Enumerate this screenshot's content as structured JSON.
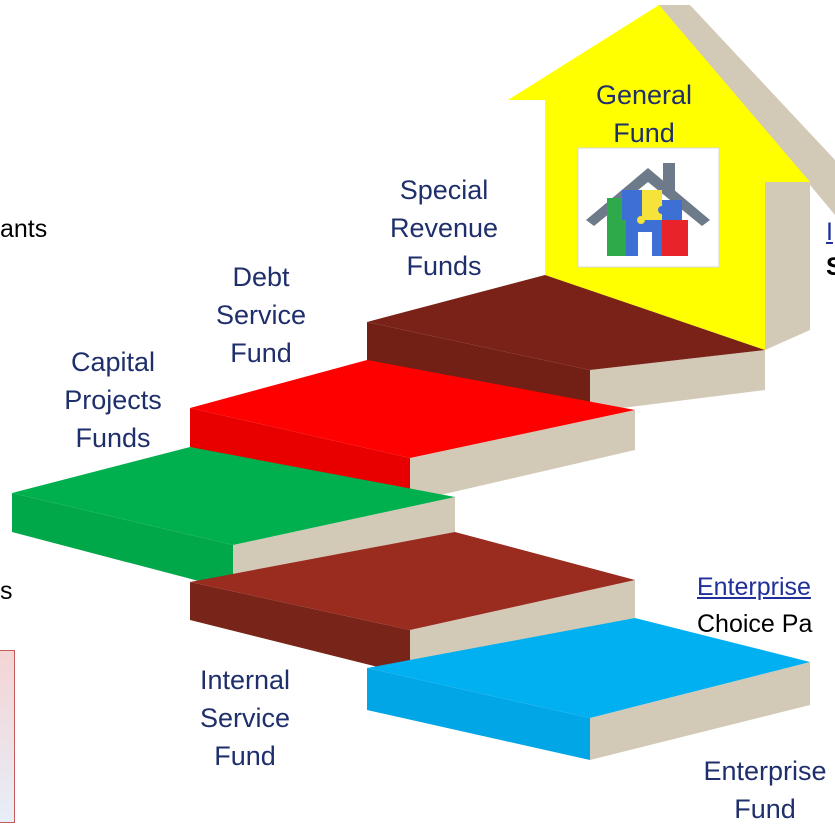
{
  "labels": {
    "general_fund": [
      "General",
      "Fund"
    ],
    "special_revenue": [
      "Special",
      "Revenue",
      "Funds"
    ],
    "debt_service": [
      "Debt",
      "Service",
      "Fund"
    ],
    "capital_projects": [
      "Capital",
      "Projects",
      "Funds"
    ],
    "internal_service": [
      "Internal",
      "Service",
      "Fund"
    ],
    "enterprise_fund": [
      "Enterprise",
      "Fund"
    ]
  },
  "edge_text": {
    "left_top": "ants",
    "left_mid": "s",
    "right_top_link": "I",
    "right_top_bold": "S",
    "right_link": "Enterprise",
    "right_text": "Choice Pa"
  },
  "colors": {
    "general_fund": "#ffff00",
    "special_revenue": "#722016",
    "debt_service": "#ff0000",
    "capital_projects": "#00b04f",
    "internal_service": "#9a2b1f",
    "enterprise_fund": "#00b0f0",
    "side": "#d3c9b7",
    "label_text": "#1f2f6b"
  }
}
